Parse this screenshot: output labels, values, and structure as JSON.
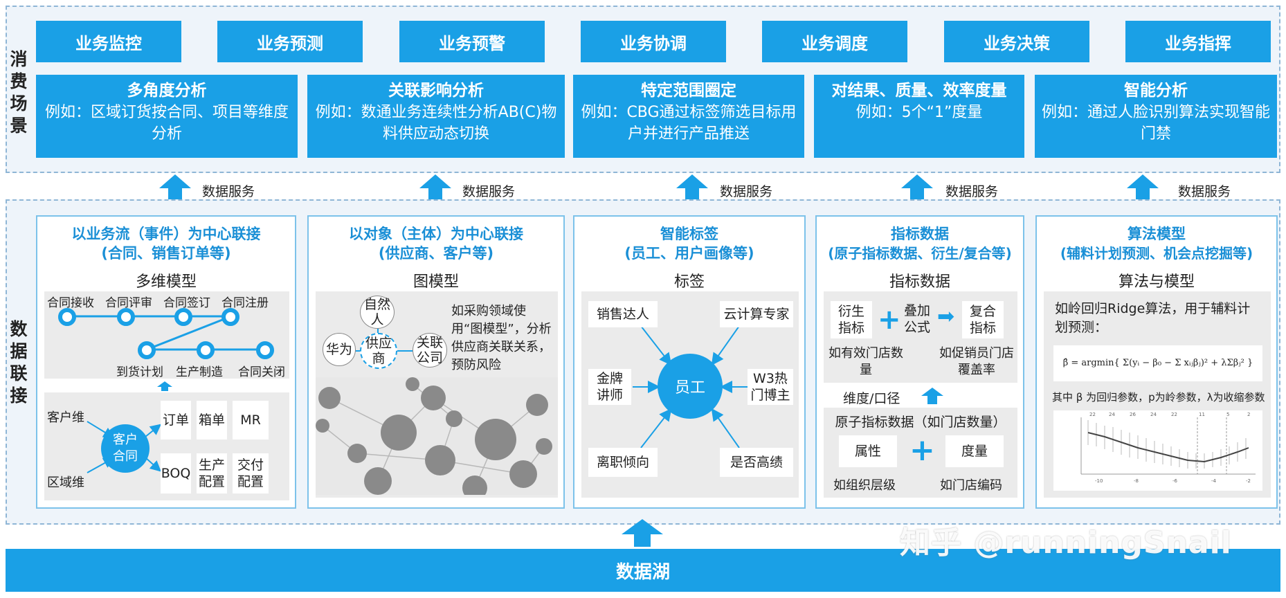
{
  "consumption": {
    "side_label": "消费场景",
    "buttons": [
      "业务监控",
      "业务预测",
      "业务预警",
      "业务协调",
      "业务调度",
      "业务决策",
      "业务指挥"
    ],
    "boxes": [
      {
        "title": "多角度分析",
        "desc": "例如：区域订货按合同、项目等维度分析"
      },
      {
        "title": "关联影响分析",
        "desc": "例如：数通业务连续性分析AB(C)物料供应动态切换"
      },
      {
        "title": "特定范围圈定",
        "desc": "例如：CBG通过标签筛选目标用户并进行产品推送"
      },
      {
        "title": "对结果、质量、效率度量",
        "desc": "例如：5个“1”度量"
      },
      {
        "title": "智能分析",
        "desc": "例如：通过人脸识别算法实现智能门禁"
      }
    ]
  },
  "data_service_label": "数据服务",
  "connection": {
    "side_label": "数据联接",
    "col1": {
      "title": "以业务流（事件）为中心联接",
      "subtitle": "(合同、销售订单等)",
      "model": "多维模型",
      "flow_top": [
        "合同接收",
        "合同评审",
        "合同签订",
        "合同注册"
      ],
      "flow_bottom": [
        "到货计划",
        "生产制造",
        "合同关闭"
      ],
      "dims": [
        "客户维",
        "区域维"
      ],
      "center": "客户合同",
      "items": [
        "订单",
        "箱单",
        "MR",
        "BOQ",
        "生产配置",
        "交付配置"
      ]
    },
    "col2": {
      "title": "以对象（主体）为中心联接",
      "subtitle": "(供应商、客户等)",
      "model": "图模型",
      "nodes": {
        "top": "自然人",
        "left": "华为",
        "center": "供应商",
        "right": "关联公司"
      },
      "desc": "如采购领域使用“图模型”，分析供应商关联关系，预防风险"
    },
    "col3": {
      "title": "智能标签",
      "subtitle": "(员工、用户画像等)",
      "model": "标签",
      "center": "员工",
      "tags": [
        "销售达人",
        "云计算专家",
        "金牌讲师",
        "W3热门博主",
        "离职倾向",
        "是否高绩"
      ]
    },
    "col4": {
      "title": "指标数据",
      "subtitle": "(原子指标数据、衍生/复合等)",
      "model": "指标数据",
      "derived": "衍生指标",
      "overlay": "叠加公式",
      "composite": "复合指标",
      "derived_ex": "如有效门店数量",
      "composite_ex": "如促销员门店覆盖率",
      "dim": "维度/口径",
      "atomic": "原子指标数据（如门店数量）",
      "attr": "属性",
      "measure": "度量",
      "attr_ex": "如组织层级",
      "measure_ex": "如门店编码"
    },
    "col5": {
      "title": "算法模型",
      "subtitle": "(辅料计划预测、机会点挖掘等)",
      "model": "算法与模型",
      "desc": "如岭回归Ridge算法，用于辅料计划预测：",
      "formula": "β̂ = argmin{ Σ(yᵢ − β₀ − Σ xᵢⱼβⱼ)² + λΣβⱼ² }",
      "param_desc": "其中 β 为回归参数，p为岭参数，λ为收缩参数"
    }
  },
  "lake_label": "数据湖",
  "watermark": "知乎 @runningSnail",
  "colors": {
    "primary": "#1aa0e6",
    "title_blue": "#1a8fd6",
    "zone_border": "#8fb6d6"
  }
}
